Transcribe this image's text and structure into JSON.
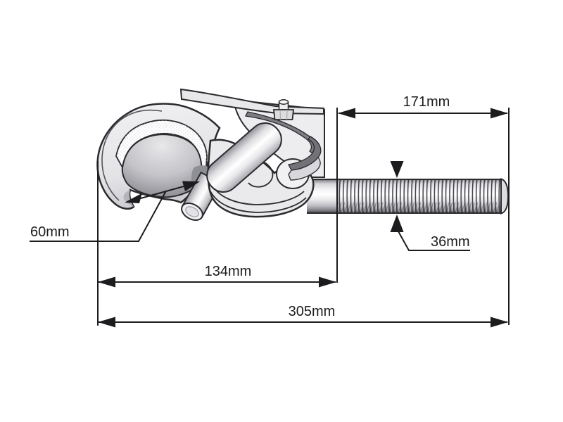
{
  "diagram": {
    "type": "technical-dimension-drawing",
    "subject": "top-link hook with threaded rod",
    "background": "#ffffff",
    "colors": {
      "dimension_line": "#1c1c1e",
      "part_outline": "#2b2b2e",
      "part_fill": "#eaeaed"
    },
    "labels": {
      "thread_length": "171mm",
      "rod_diameter": "36mm",
      "hook_opening": "60mm",
      "hook_body_length": "134mm",
      "overall_length": "305mm"
    }
  }
}
